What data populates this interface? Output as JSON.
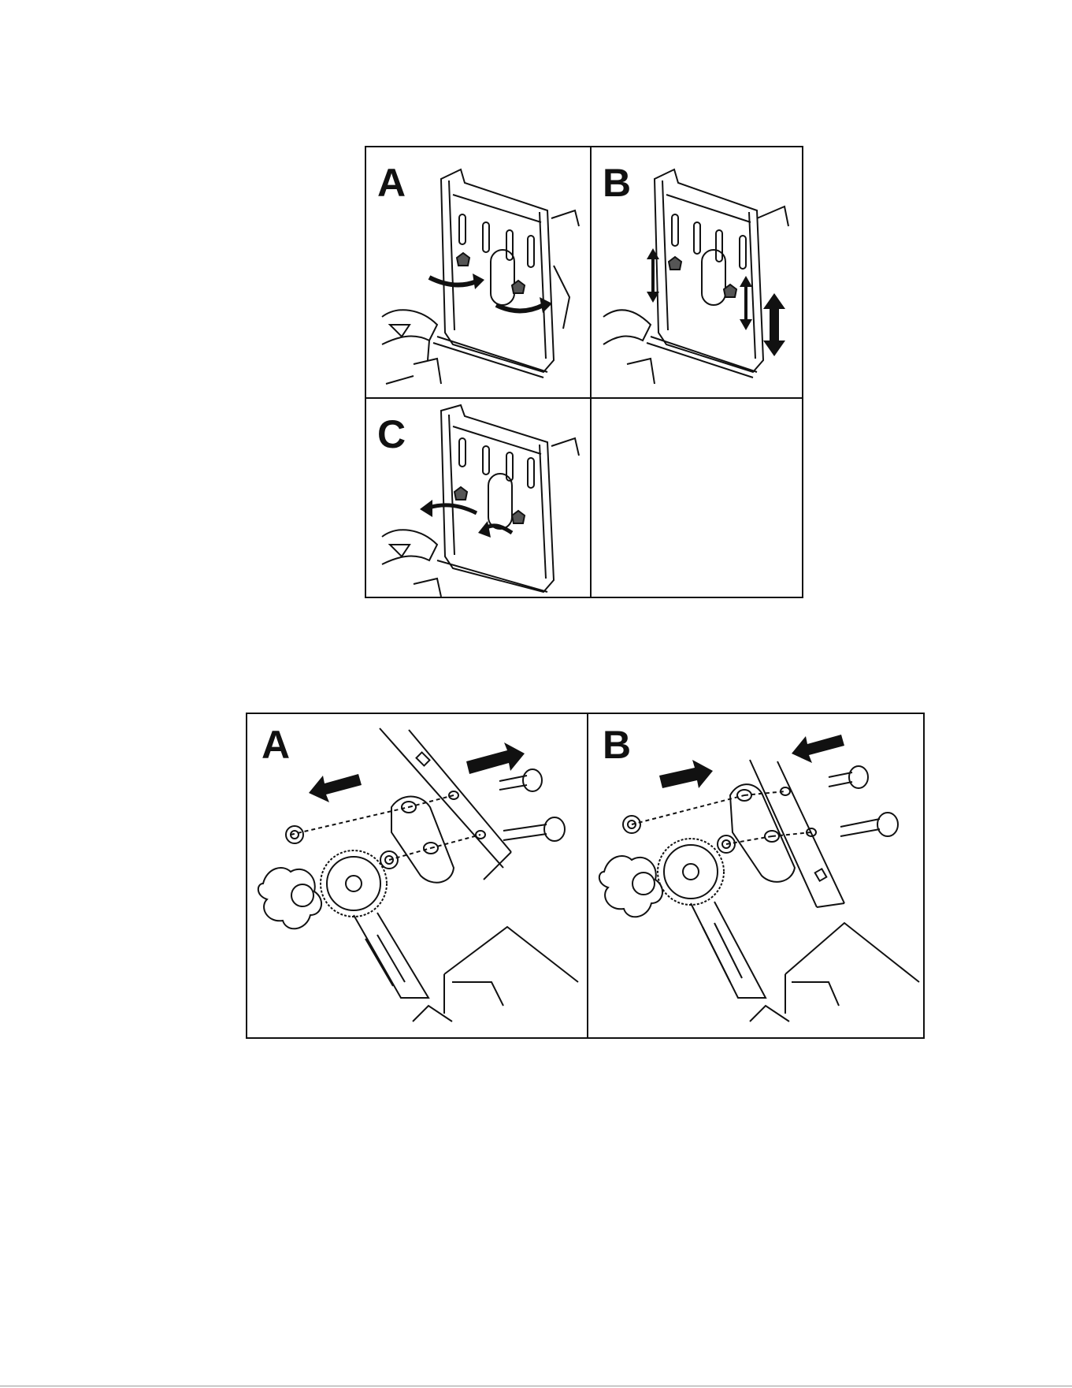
{
  "figure_top": {
    "panels": [
      {
        "id": "A",
        "letter": "A",
        "action": "loosen-knobs"
      },
      {
        "id": "B",
        "letter": "B",
        "action": "adjust-height"
      },
      {
        "id": "C",
        "letter": "C",
        "action": "tighten-knobs"
      },
      {
        "id": "D",
        "letter": "",
        "action": "empty"
      }
    ]
  },
  "figure_bottom": {
    "panels": [
      {
        "id": "A",
        "letter": "A",
        "action": "remove-bolts"
      },
      {
        "id": "B",
        "letter": "B",
        "action": "reinstall-bolts"
      }
    ]
  },
  "colors": {
    "line": "#111111",
    "knob_fill": "#555555",
    "background": "#ffffff"
  }
}
